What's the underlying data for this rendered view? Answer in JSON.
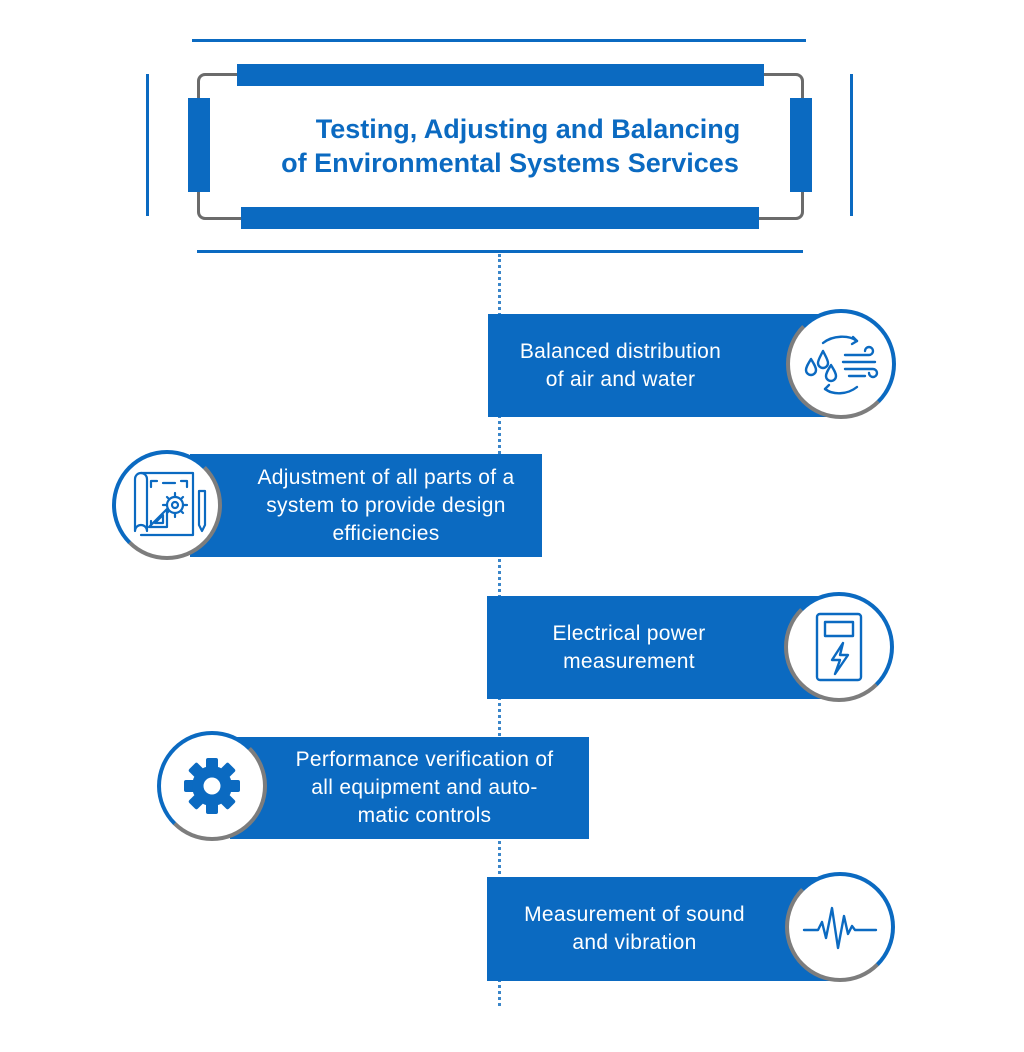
{
  "header": {
    "title_line1": "Testing, Adjusting and Balancing",
    "title_line2": "of Environmental Systems Services"
  },
  "steps": [
    {
      "label": "Balanced distribution\nof air and water",
      "icon": "water-air-cycle-icon"
    },
    {
      "label": "Adjustment of all parts of a\nsystem to provide design\nefficiencies",
      "icon": "blueprint-gear-icon"
    },
    {
      "label": "Electrical power\nmeasurement",
      "icon": "power-meter-icon"
    },
    {
      "label": "Performance verification of\nall  equipment and auto-\nmatic controls",
      "icon": "gear-icon"
    },
    {
      "label": "Measurement of sound\nand vibration",
      "icon": "waveform-icon"
    }
  ],
  "colors": {
    "accent": "#0b6ac1",
    "outline": "#7d7d7d",
    "background": "#ffffff"
  }
}
